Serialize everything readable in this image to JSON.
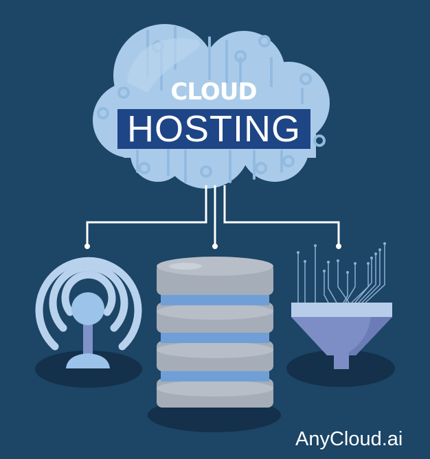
{
  "title": {
    "line1": "CLOUD",
    "line2": "HOSTING"
  },
  "brand": {
    "name": "AnyCloud.ai"
  },
  "icons": [
    "cloud-icon",
    "wireless-antenna-icon",
    "database-server-icon",
    "data-funnel-icon"
  ],
  "colors": {
    "background": "#1c4566",
    "cloud": "#a9cbe9",
    "title_box": "#1e4585",
    "server": "#a4adb8",
    "accent_blue": "#6f9fd6",
    "funnel": "#7d8ec7",
    "shadow": "#14304a"
  }
}
